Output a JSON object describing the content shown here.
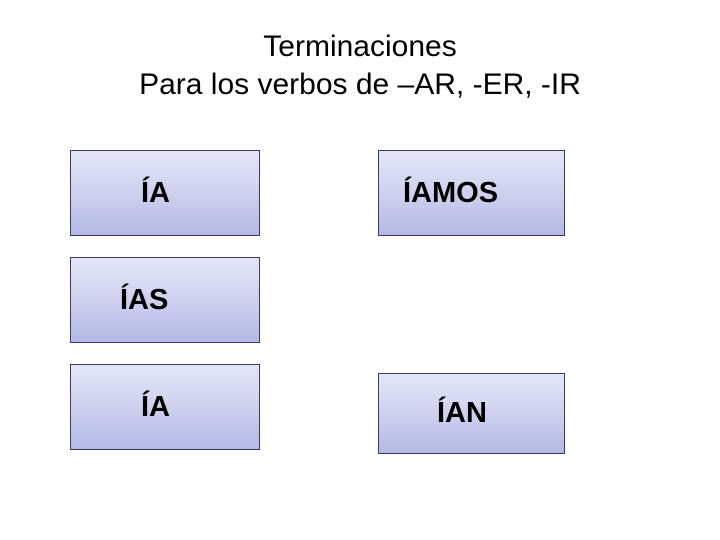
{
  "slide": {
    "title": {
      "line1": "Terminaciones",
      "line2": "Para los verbos de –AR, -ER, -IR"
    },
    "endings": [
      {
        "id": "ia-yo",
        "label": "ÍA",
        "column": "left",
        "row": 1
      },
      {
        "id": "ias-tu",
        "label": "ÍAS",
        "column": "left",
        "row": 2
      },
      {
        "id": "ia-el",
        "label": "ÍA",
        "column": "left",
        "row": 3
      },
      {
        "id": "iamos-nos",
        "label": "ÍAMOS",
        "column": "right",
        "row": 1
      },
      {
        "id": "ian-ellos",
        "label": "ÍAN",
        "column": "right",
        "row": 3
      }
    ]
  },
  "colors": {
    "background": "#ffffff",
    "text": "#000000",
    "box_border": "#3b3b66",
    "box_gradient_top": "#e3e6f7",
    "box_gradient_bottom": "#b4b9e6"
  }
}
